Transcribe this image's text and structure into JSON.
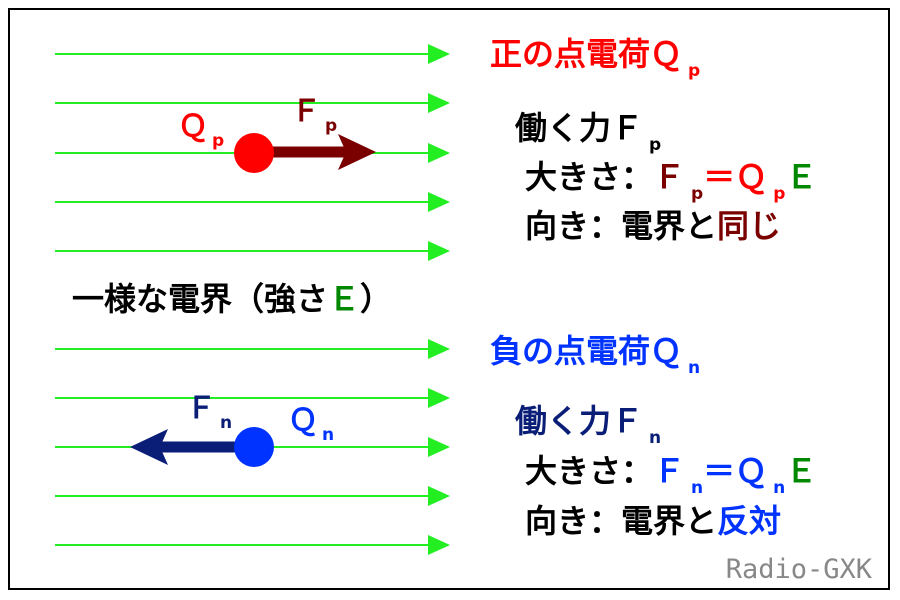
{
  "colors": {
    "field_line": "#22ee22",
    "positive_charge": "#ff0000",
    "positive_force": "#7a0000",
    "negative_charge": "#0033ff",
    "negative_force": "#0a1e78",
    "field_strength": "#008800",
    "text": "#000000",
    "credit": "#888888"
  },
  "positive": {
    "heading": "正の点電荷Ｑ",
    "heading_sub": "p",
    "charge_label": "Ｑ",
    "charge_sub": "p",
    "force_label": "Ｆ",
    "force_sub": "p",
    "acting_force": "働く力Ｆ",
    "acting_force_sub": "p",
    "magnitude_prefix": "大きさ：",
    "mag_f": "Ｆ",
    "mag_f_sub": "p",
    "mag_eq": "＝",
    "mag_q": "Ｑ",
    "mag_q_sub": "p",
    "mag_e": "Ｅ",
    "direction_prefix": "向き：電界と",
    "direction_value": "同じ"
  },
  "field": {
    "label_prefix": "一様な電界（強さ",
    "label_e": "Ｅ",
    "label_suffix": "）"
  },
  "negative": {
    "heading": "負の点電荷Ｑ",
    "heading_sub": "n",
    "charge_label": "Ｑ",
    "charge_sub": "n",
    "force_label": "Ｆ",
    "force_sub": "n",
    "acting_force": "働く力Ｆ",
    "acting_force_sub": "n",
    "magnitude_prefix": "大きさ：",
    "mag_f": "Ｆ",
    "mag_f_sub": "n",
    "mag_eq": "＝",
    "mag_q": "Ｑ",
    "mag_q_sub": "n",
    "mag_e": "Ｅ",
    "direction_prefix": "向き：電界と",
    "direction_value": "反対"
  },
  "credit": "Radio-GXK"
}
